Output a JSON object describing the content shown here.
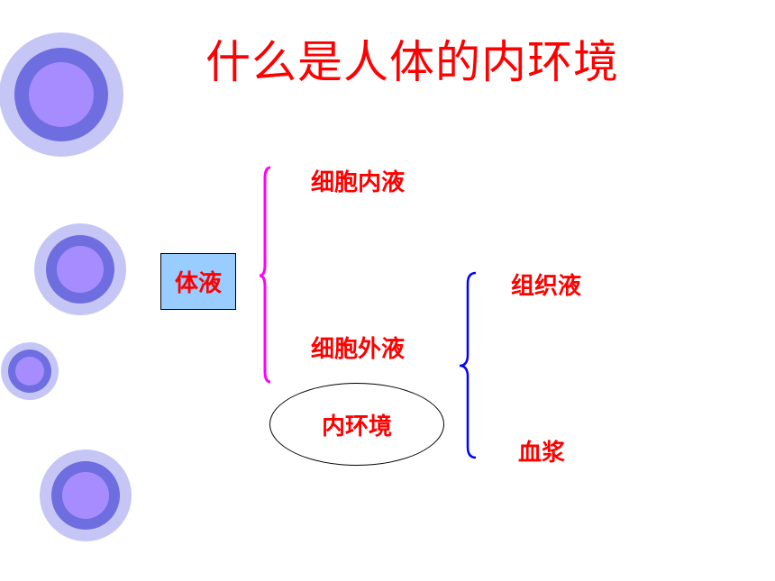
{
  "title": "什么是人体的内环境",
  "body_fluid": "体液",
  "intracellular_fluid": "细胞内液",
  "extracellular_fluid": "细胞外液",
  "internal_environment": "内环境",
  "tissue_fluid": "组织液",
  "plasma": "血浆",
  "colors": {
    "text": "#ff0000",
    "box_fill": "#99ccff",
    "brace_magenta": "#ff00ff",
    "brace_blue": "#0000ff",
    "circle_outer": "#c6c6f6",
    "circle_mid": "#6e6ee0",
    "circle_inner": "#a68cff"
  }
}
